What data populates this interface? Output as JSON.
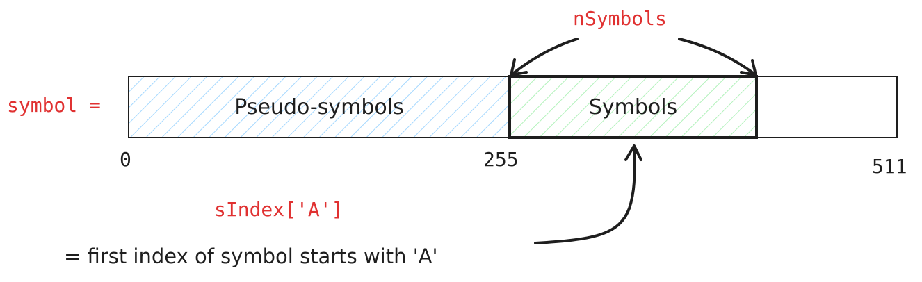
{
  "labels": {
    "symbol_eq": "symbol =",
    "n_symbols": "nSymbols",
    "s_index": "sIndex['A']"
  },
  "array": {
    "segments": [
      {
        "label": "Pseudo-symbols",
        "fill": "#a5d8ff"
      },
      {
        "label": "Symbols",
        "fill": "#b2f2bb"
      },
      {
        "label": "",
        "fill": "#ffffff"
      }
    ]
  },
  "ticks": [
    "0",
    "255",
    "511"
  ],
  "caption": "= first index of symbol starts with 'A'",
  "colors": {
    "accent": "#e03131",
    "stroke": "#1e1e1e"
  }
}
